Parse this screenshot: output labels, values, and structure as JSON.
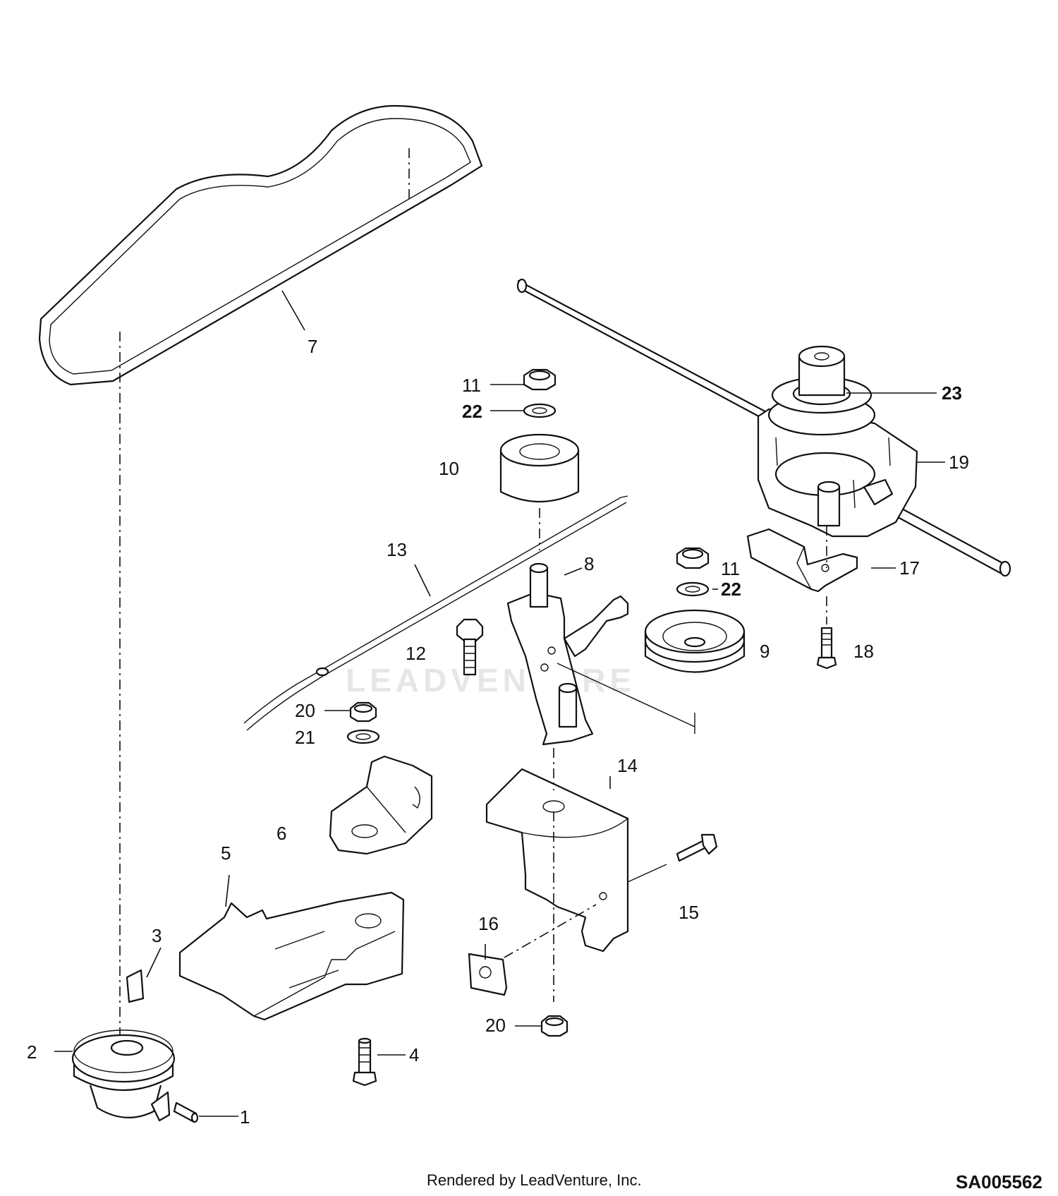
{
  "callouts": {
    "c1": "1",
    "c2": "2",
    "c3": "3",
    "c4": "4",
    "c5": "5",
    "c6": "6",
    "c7": "7",
    "c8": "8",
    "c9": "9",
    "c10": "10",
    "c11a": "11",
    "c11b": "11",
    "c12": "12",
    "c13": "13",
    "c14": "14",
    "c15": "15",
    "c16": "16",
    "c17": "17",
    "c18": "18",
    "c19": "19",
    "c20a": "20",
    "c20b": "20",
    "c21": "21",
    "c22a": "22",
    "c22b": "22",
    "c23": "23"
  },
  "watermark": "LEADVENTURE",
  "footer": {
    "rendered_by": "Rendered by LeadVenture, Inc.",
    "diagram_code": "SA005562"
  }
}
